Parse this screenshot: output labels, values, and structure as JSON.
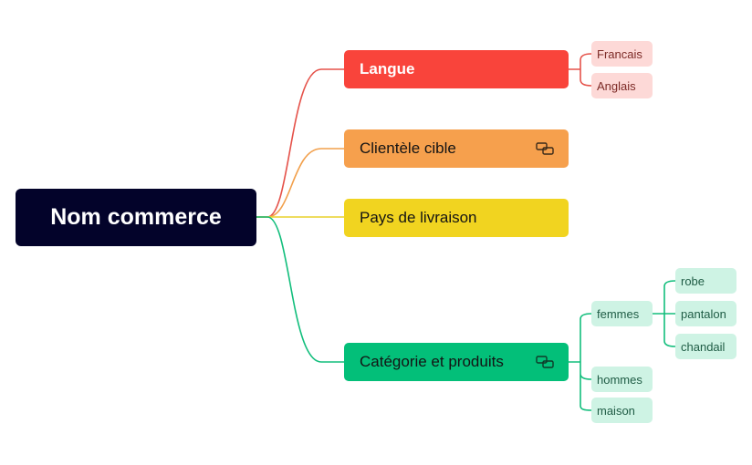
{
  "colors": {
    "root": "#03032a",
    "langue": "#f9443b",
    "clientele": "#f6a04d",
    "pays": "#f1d420",
    "categorie": "#03bf79",
    "leaf_red": "#fdd9d7",
    "leaf_green": "#cef3e4"
  },
  "root": {
    "label": "Nom commerce"
  },
  "branches": [
    {
      "label": "Langue",
      "icon": null,
      "children": [
        {
          "label": "Francais"
        },
        {
          "label": "Anglais"
        }
      ]
    },
    {
      "label": "Clientèle cible",
      "icon": "linked-note-icon"
    },
    {
      "label": "Pays de livraison",
      "icon": null
    },
    {
      "label": "Catégorie et produits",
      "icon": "linked-note-icon",
      "children": [
        {
          "label": "femmes",
          "children": [
            {
              "label": "robe"
            },
            {
              "label": "pantalon"
            },
            {
              "label": "chandail"
            }
          ]
        },
        {
          "label": "hommes"
        },
        {
          "label": "maison"
        }
      ]
    }
  ]
}
